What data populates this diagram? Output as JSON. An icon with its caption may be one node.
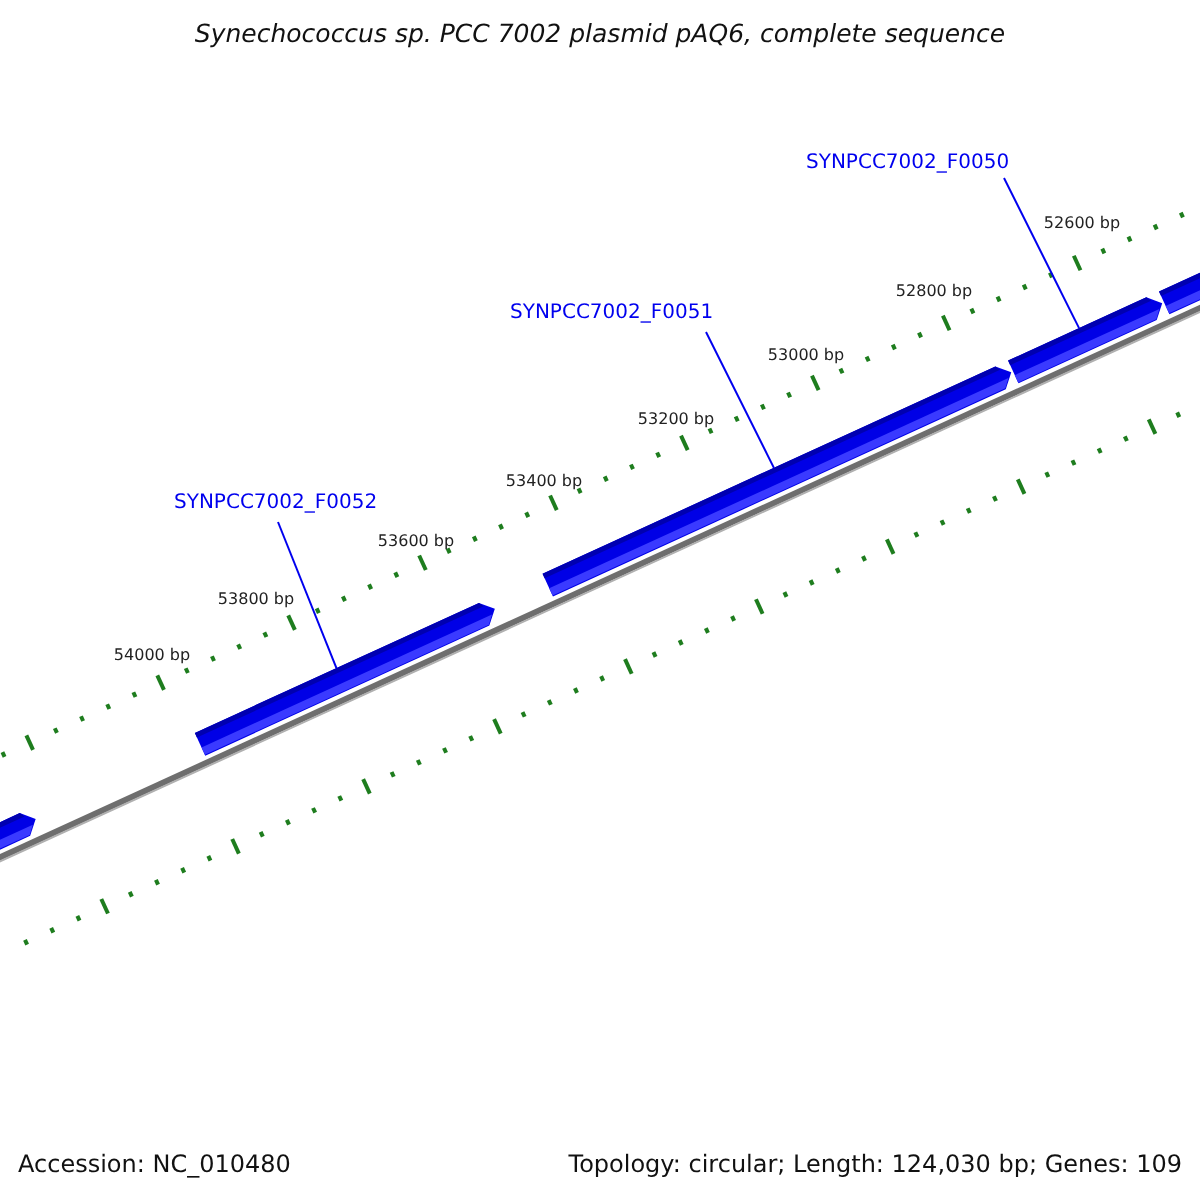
{
  "diagram": {
    "title": "Synechococcus sp. PCC 7002 plasmid pAQ6, complete sequence",
    "nodes": [
      {
        "text": [
          "SYNPCC7002_F0050"
        ]
      },
      {
        "text": [
          "SYNPCC7002_F0051"
        ]
      },
      {
        "text": [
          "SYNPCC7002_F0052"
        ]
      },
      {
        "text": [],
        "shape": "bar"
      },
      {
        "text": [],
        "shape": "bar"
      },
      {
        "text": [],
        "shape": "bar"
      },
      {
        "text": [],
        "shape": "bar"
      },
      {
        "text": [],
        "shape": "bar"
      }
    ],
    "edges": [
      {
        "from": 0,
        "to": 6,
        "arrow": "none"
      },
      {
        "from": 1,
        "to": 5,
        "arrow": "none"
      },
      {
        "from": 2,
        "to": 4,
        "arrow": "none"
      }
    ],
    "labels": [
      "52600 bp",
      "52800 bp",
      "53000 bp",
      "53200 bp",
      "53400 bp",
      "53600 bp",
      "53800 bp",
      "54000 bp",
      "Accession: NC_010480",
      "Topology: circular; Length: 124,030 bp; Genes: 109"
    ]
  }
}
